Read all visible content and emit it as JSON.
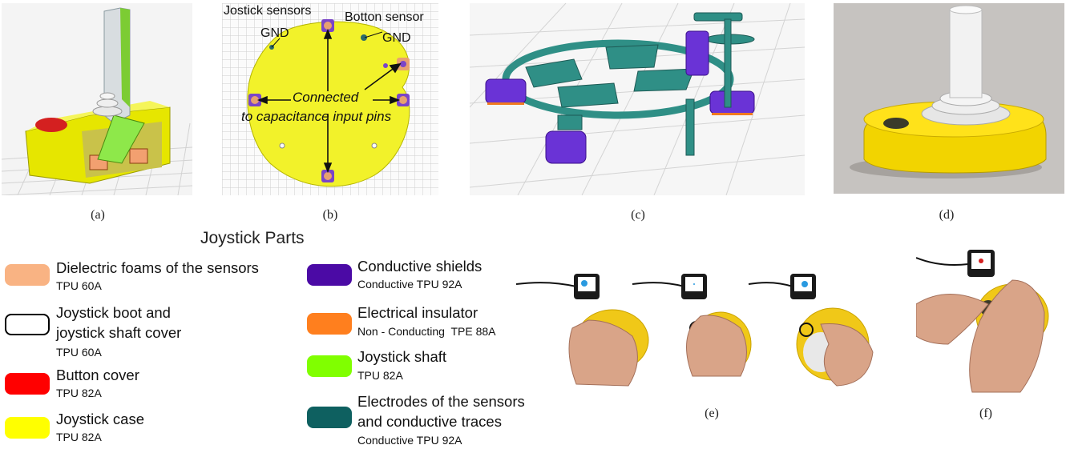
{
  "captions": [
    "(a)",
    "(b)",
    "(c)",
    "(d)",
    "(e)",
    "(f)"
  ],
  "panel_b": {
    "label_joystick_sensors": "Jostick sensors",
    "label_gnd_left": "GND",
    "label_button_sensor": "Botton sensor",
    "label_gnd_right": "GND",
    "label_connected_line1": "Connected",
    "label_connected_line2": "to capacitance input pins"
  },
  "legend": {
    "title": "Joystick Parts",
    "items": [
      {
        "name": "Dielectric foams of the sensors",
        "material": "TPU 60A",
        "color": "#F9B383",
        "outline": false
      },
      {
        "name": "Joystick boot and",
        "name2": "joystick shaft cover",
        "material": "TPU 60A",
        "color": "#FFFFFF",
        "outline": true
      },
      {
        "name": "Button cover",
        "material": "TPU 82A",
        "color": "#FF0000",
        "outline": false
      },
      {
        "name": "Joystick case",
        "material": "TPU 82A",
        "color": "#FFFF00",
        "outline": false
      },
      {
        "name": "Conductive shields",
        "material": "Conductive TPU 92A",
        "color": "#4B0AA5",
        "outline": false
      },
      {
        "name": "Electrical insulator",
        "material": "Non - Conducting  TPE 88A",
        "color": "#FF7F1E",
        "outline": false
      },
      {
        "name": "Joystick shaft",
        "material": "TPU 82A",
        "color": "#80FF00",
        "outline": false
      },
      {
        "name": "Electrodes of the sensors",
        "name2": "and conductive traces",
        "material": "Conductive TPU 92A",
        "color": "#0E6060",
        "outline": false
      }
    ]
  },
  "colors": {
    "grid_line": "#c9c9c9",
    "case_yellow": "#F2F200",
    "trace_teal": "#2F8F86",
    "shield_purple": "#6A33D6",
    "photo_bg": "#c6c3c0"
  }
}
